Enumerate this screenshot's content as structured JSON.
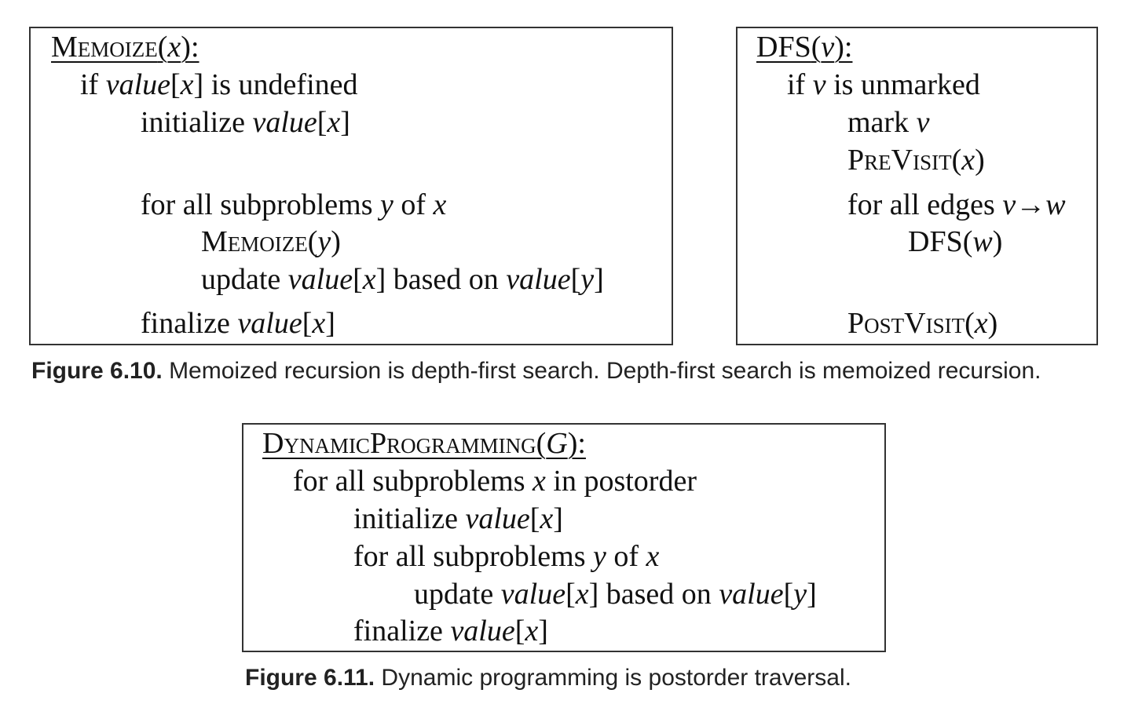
{
  "memoize_box": {
    "header": {
      "name": "Memoize",
      "open": "(",
      "arg": "x",
      "close": "):"
    },
    "line1": {
      "a": "if ",
      "b": "value",
      "c": "[",
      "d": "x",
      "e": "] is undefined"
    },
    "line2": {
      "a": "initialize ",
      "b": "value",
      "c": "[",
      "d": "x",
      "e": "]"
    },
    "line3": {
      "a": "for all subproblems ",
      "b": "y",
      "c": " of ",
      "d": "x"
    },
    "line4": {
      "a": "Memoize",
      "b": "(",
      "c": "y",
      "d": ")"
    },
    "line5": {
      "a": "update ",
      "b": "value",
      "c": "[",
      "d": "x",
      "e": "] based on ",
      "f": "value",
      "g": "[",
      "h": "y",
      "i": "]"
    },
    "line6": {
      "a": "finalize ",
      "b": "value",
      "c": "[",
      "d": "x",
      "e": "]"
    }
  },
  "dfs_box": {
    "header": {
      "name": "DFS",
      "open": "(",
      "arg": "v",
      "close": "):"
    },
    "line1": {
      "a": "if ",
      "b": "v",
      "c": " is unmarked"
    },
    "line2": {
      "a": "mark ",
      "b": "v"
    },
    "line3": {
      "a": "PreVisit",
      "b": "(",
      "c": "x",
      "d": ")"
    },
    "line4": {
      "a": "for all edges ",
      "b": "v",
      "c": "→",
      "d": "w"
    },
    "line5": {
      "a": "DFS",
      "b": "(",
      "c": "w",
      "d": ")"
    },
    "line6": {
      "a": "PostVisit",
      "b": "(",
      "c": "x",
      "d": ")"
    }
  },
  "caption_610": {
    "label": "Figure 6.10.",
    "text": " Memoized recursion is depth-first search. Depth-first search is memoized recursion."
  },
  "dp_box": {
    "header": {
      "name": "DynamicProgramming",
      "open": "(",
      "arg": "G",
      "close": "):"
    },
    "line1": {
      "a": "for all subproblems ",
      "b": "x",
      "c": " in postorder"
    },
    "line2": {
      "a": "initialize ",
      "b": "value",
      "c": "[",
      "d": "x",
      "e": "]"
    },
    "line3": {
      "a": "for all subproblems ",
      "b": "y",
      "c": " of ",
      "d": "x"
    },
    "line4": {
      "a": "update ",
      "b": "value",
      "c": "[",
      "d": "x",
      "e": "] based on ",
      "f": "value",
      "g": "[",
      "h": "y",
      "i": "]"
    },
    "line5": {
      "a": "finalize ",
      "b": "value",
      "c": "[",
      "d": "x",
      "e": "]"
    }
  },
  "caption_611": {
    "label": "Figure 6.11.",
    "text": " Dynamic programming is postorder traversal."
  }
}
